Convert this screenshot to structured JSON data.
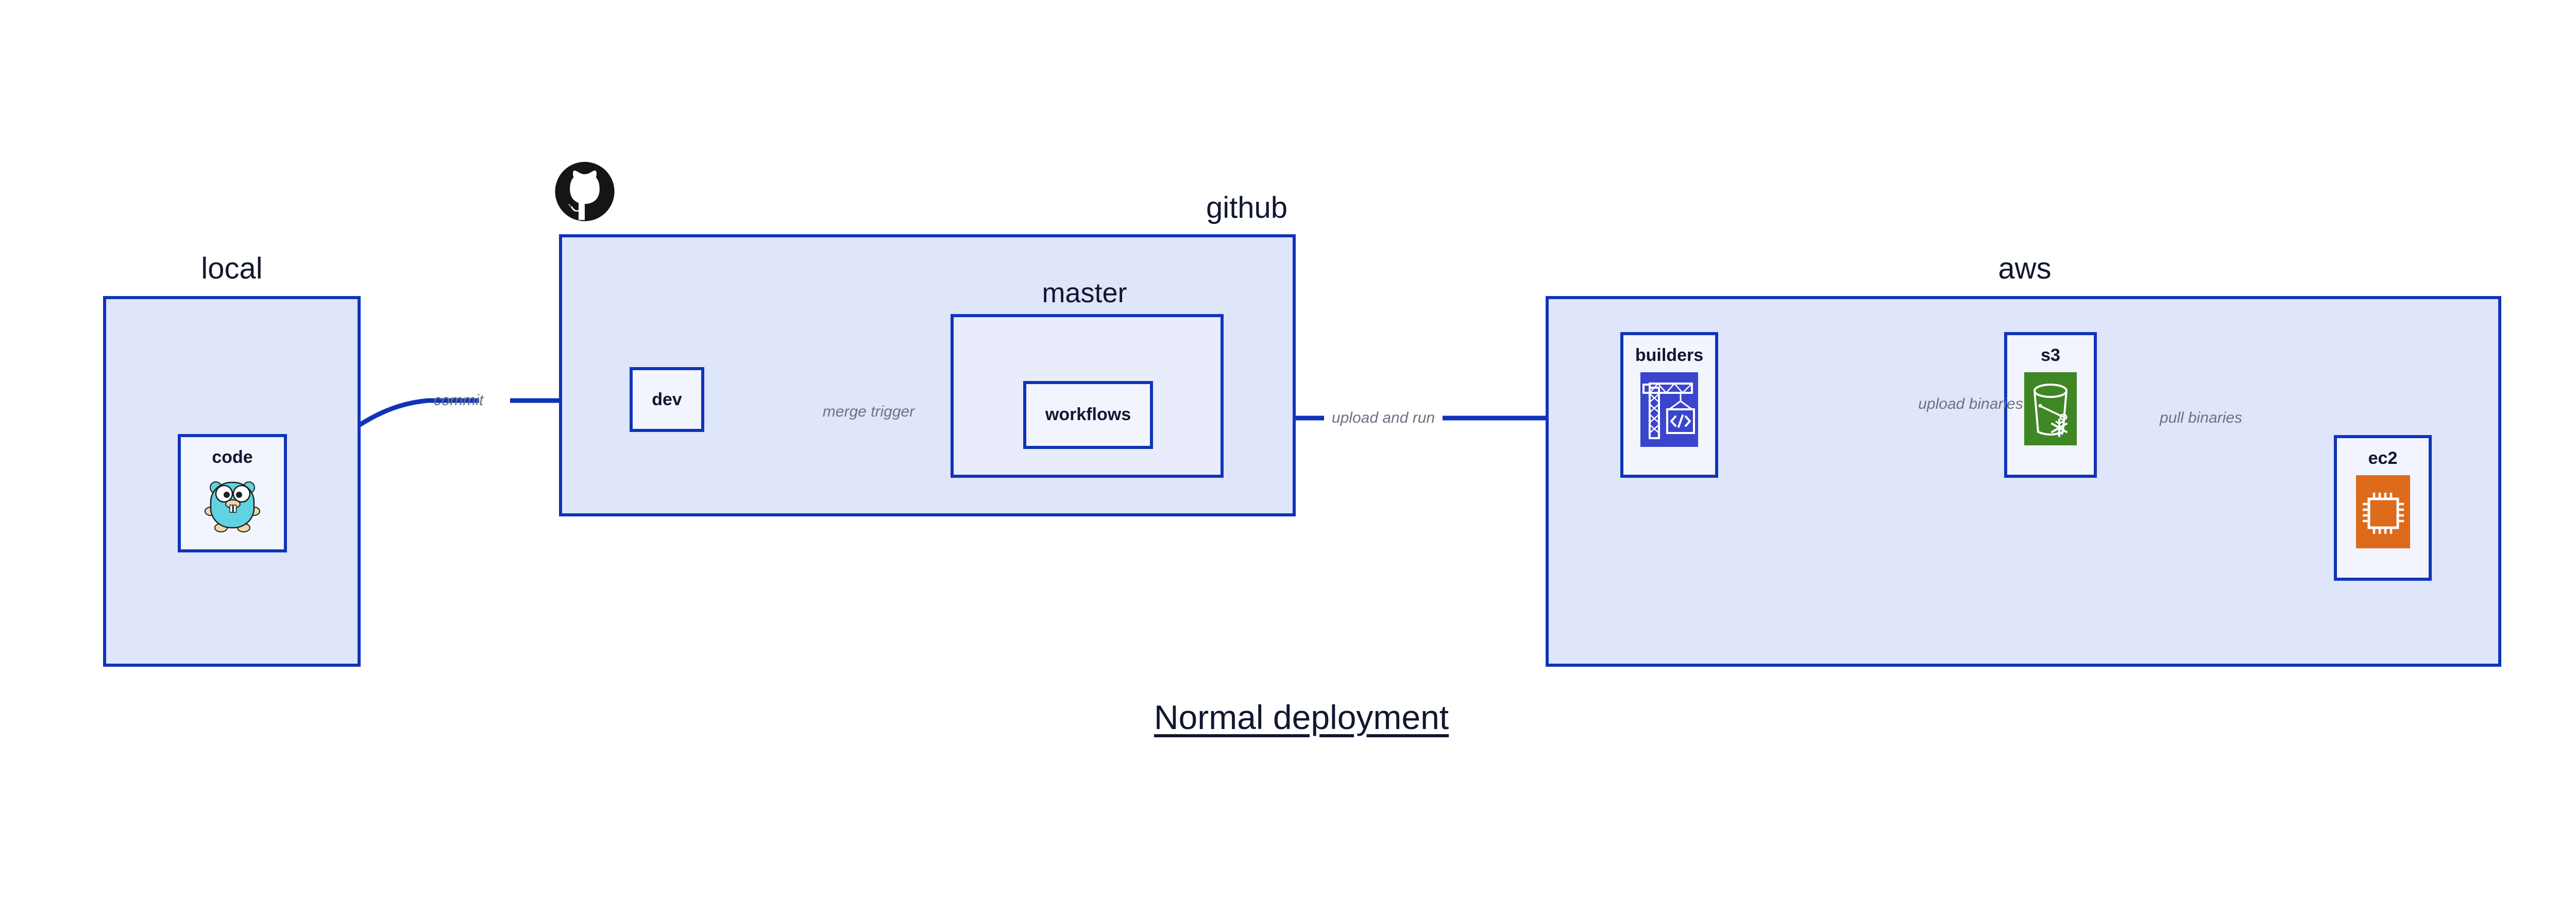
{
  "diagram": {
    "caption": "Normal deployment",
    "accent_border": "#1034b8",
    "group_fill": "#dfe5fa",
    "inner_group_fill": "#e9edfb",
    "node_fill": "#f2f5fd",
    "label_color": "#111730",
    "edge_label_color": "#6b7280",
    "background": "#ffffff"
  },
  "groups": {
    "local": {
      "title": "local"
    },
    "github": {
      "title": "github",
      "logo": "github-octocat-logo"
    },
    "master": {
      "title": "master"
    },
    "aws": {
      "title": "aws"
    }
  },
  "nodes": {
    "code": {
      "label": "code",
      "icon": "go-gopher-icon",
      "icon_color": "#5fd3e0"
    },
    "dev": {
      "label": "dev",
      "icon": "none"
    },
    "workflows": {
      "label": "workflows",
      "icon": "none"
    },
    "builders": {
      "label": "builders",
      "icon": "aws-codebuild-crane-icon",
      "icon_color": "#3b45cc"
    },
    "s3": {
      "label": "s3",
      "icon": "aws-s3-glacier-bucket-icon",
      "icon_color": "#3f8624"
    },
    "ec2": {
      "label": "ec2",
      "icon": "aws-ec2-chip-icon",
      "icon_color": "#dd6b1b"
    }
  },
  "edges": [
    {
      "id": "commit",
      "label": "commit",
      "from": "code",
      "to": "dev"
    },
    {
      "id": "merge-trigger",
      "label": "merge trigger",
      "from": "dev",
      "to": "workflows"
    },
    {
      "id": "upload-and-run",
      "label": "upload and run",
      "from": "workflows",
      "to": "builders"
    },
    {
      "id": "upload-binaries",
      "label": "upload binaries",
      "from": "builders",
      "to": "s3"
    },
    {
      "id": "pull-binaries",
      "label": "pull binaries",
      "from": "s3",
      "to": "ec2"
    }
  ]
}
